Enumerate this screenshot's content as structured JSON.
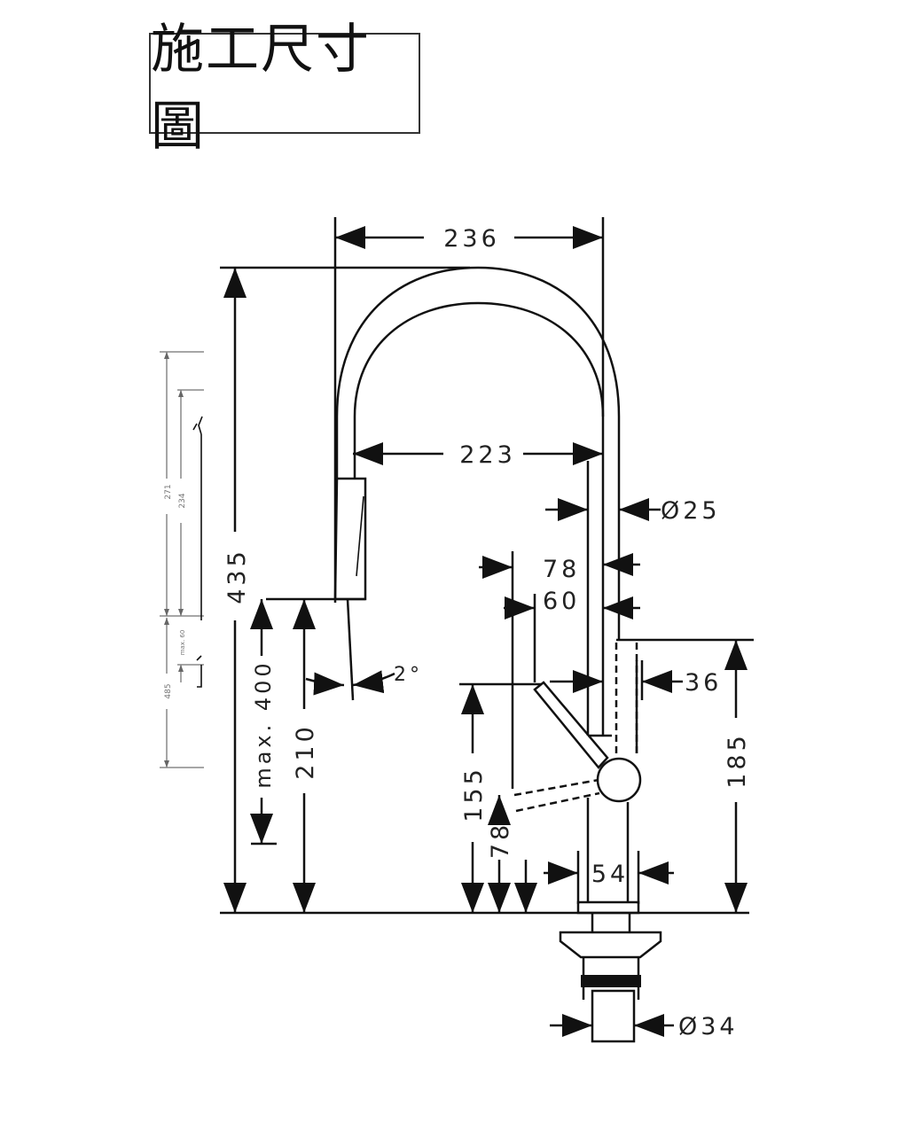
{
  "title": "施工尺寸圖",
  "dimensions": {
    "overall_width": "236",
    "spout_reach": "223",
    "spout_diameter": "Ø25",
    "lever_78": "78",
    "lever_60": "60",
    "body_diameter": "36",
    "total_height": "435",
    "max_pullout": "max. 400",
    "spout_height": "210",
    "angle": "2°",
    "lever_height": "155",
    "lever_low": "78",
    "body_height": "185",
    "base_diameter": "54",
    "shank_diameter": "Ø34"
  },
  "side_view": {
    "hose_271": "271",
    "hose_234": "234",
    "max_60": "max. 60",
    "hose_485": "485"
  }
}
